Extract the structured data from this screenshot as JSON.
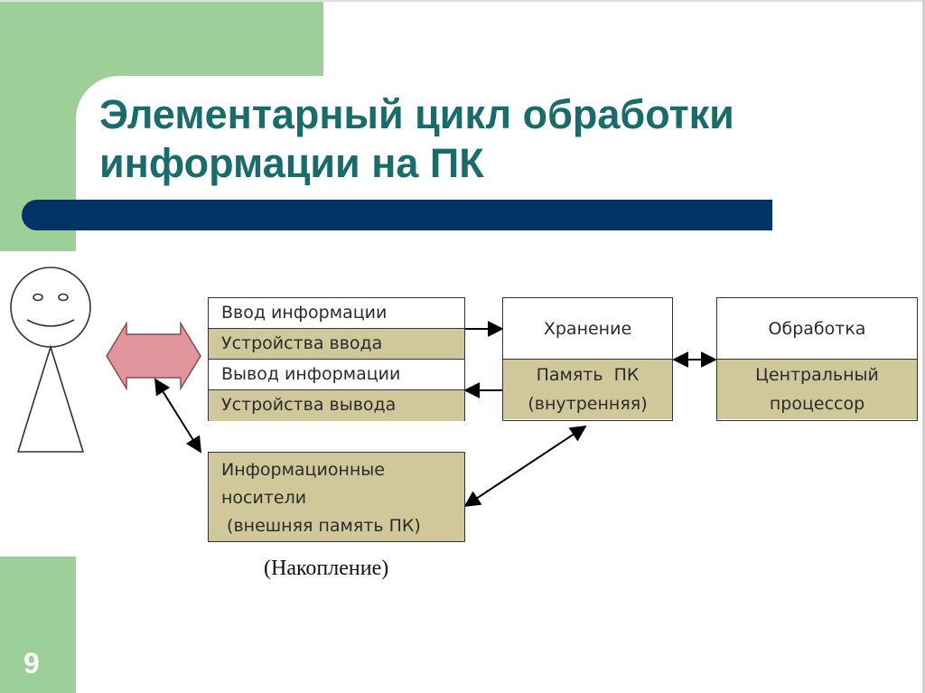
{
  "slide": {
    "title_lines": [
      "Элементарный цикл обработки",
      "информации на ПК"
    ],
    "number": "9",
    "colors": {
      "green": "#9dcf98",
      "navy": "#003366",
      "title": "#1a6b6b",
      "tan": "#d0c89b",
      "arrow": "#e0969c"
    }
  },
  "diagram": {
    "io_box": {
      "rows": [
        "Ввод информации",
        "Устройства ввода",
        "Вывод информации",
        "Устройства вывода"
      ]
    },
    "storage_box": {
      "header": "Хранение",
      "body_lines": [
        "Память  ПК",
        "(внутренняя)"
      ]
    },
    "processing_box": {
      "header": "Обработка",
      "body_lines": [
        "Центральный",
        "процессор"
      ]
    },
    "media_box": {
      "lines": [
        "Информационные",
        "носители",
        " (внешняя память ПК)"
      ]
    },
    "caption": "(Накопление)"
  }
}
